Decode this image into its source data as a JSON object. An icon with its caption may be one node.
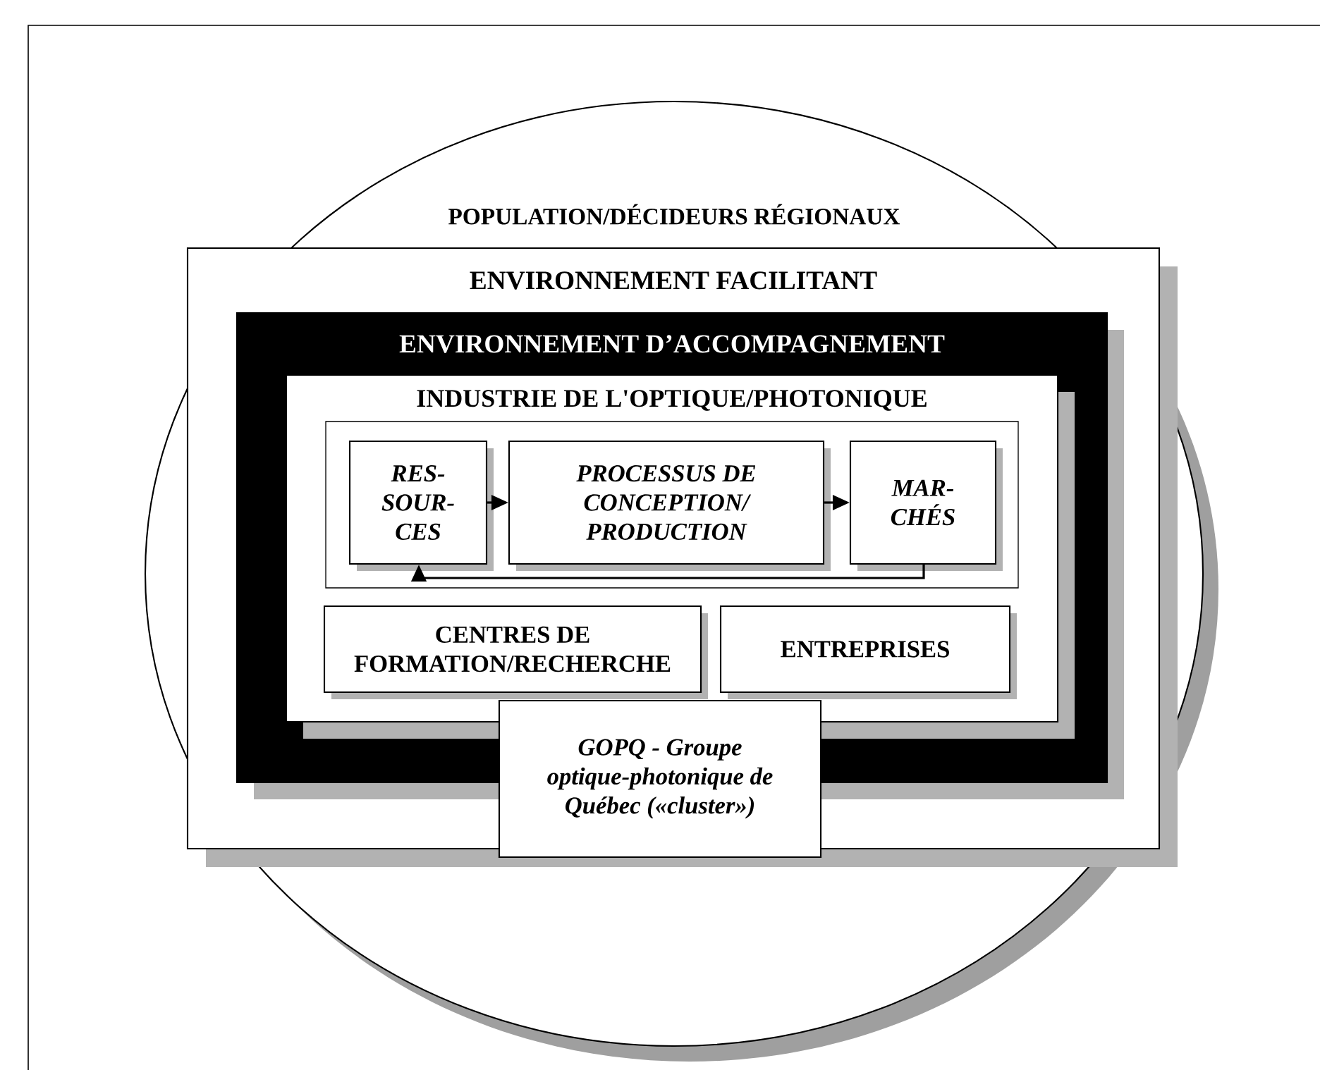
{
  "diagram": {
    "nodes": [
      {
        "text": [
          "POPULATION/DÉCIDEURS RÉGIONAUX"
        ]
      },
      {
        "text": [
          "ENVIRONNEMENT FACILITANT"
        ],
        "in": 0
      },
      {
        "text": [
          "ENVIRONNEMENT D’ACCOMPAGNEMENT"
        ],
        "in": 1
      },
      {
        "text": [
          "INDUSTRIE DE L'OPTIQUE/PHOTONIQUE"
        ],
        "in": 2
      },
      {
        "text": [],
        "shape": "box",
        "in": 3
      },
      {
        "text": [
          "RES- SOUR- CES"
        ],
        "in": 4
      },
      {
        "text": [
          "PROCESSUS DE CONCEPTION/ PRODUCTION"
        ],
        "in": 4
      },
      {
        "text": [
          "MAR- CHÉS"
        ],
        "in": 4
      },
      {
        "text": [
          "CENTRES DE FORMATION/RECHERCHE"
        ],
        "in": 3
      },
      {
        "text": [
          "ENTREPRISES"
        ],
        "in": 3
      },
      {
        "text": [
          "GOPQ - Groupe optique-photonique de Québec («cluster»)"
        ],
        "in": 1
      }
    ],
    "edges": [
      {
        "from": 5,
        "to": 6,
        "arrow": "to"
      },
      {
        "from": 6,
        "to": 7,
        "arrow": "to"
      },
      {
        "from": 7,
        "to": 5,
        "arrow": "to"
      }
    ]
  }
}
